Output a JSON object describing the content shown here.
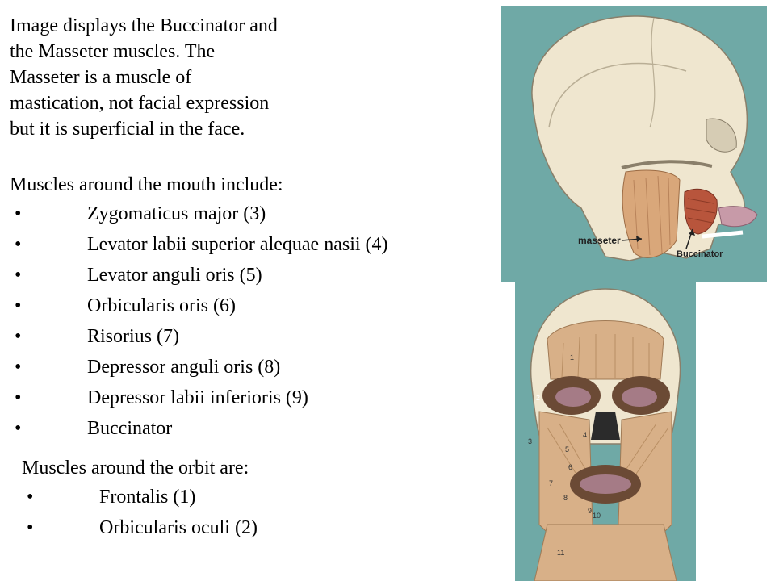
{
  "intro": {
    "lines": [
      "Image displays the Buccinator and",
      "the Masseter muscles.  The",
      "Masseter is a muscle of",
      "mastication, not facial expression",
      "but it is superficial in the face."
    ]
  },
  "mouth": {
    "heading": "Muscles around the mouth include:",
    "bullet": "•",
    "items": [
      "Zygomaticus major (3)",
      "Levator labii superior alequae nasii (4)",
      "Levator anguli oris (5)",
      "Orbicularis oris (6)",
      "Risorius (7)",
      "Depressor anguli oris (8)",
      "Depressor labii inferioris (9)",
      "Buccinator"
    ]
  },
  "orbit": {
    "heading": "Muscles around the orbit are:",
    "bullet": "•",
    "items": [
      "Frontalis (1)",
      "Orbicularis oculi (2)"
    ]
  },
  "figure_side": {
    "label_masseter": "masseter",
    "label_buccinator": "Buccinator",
    "colors": {
      "background": "#6fa9a6",
      "bone": "#efe6cf",
      "muscle_masseter": "#d9a77a",
      "muscle_buccinator": "#b8553c",
      "lips": "#c79aa8"
    }
  },
  "figure_front": {
    "numbers": [
      "1",
      "2",
      "3",
      "4",
      "5",
      "6",
      "7",
      "8",
      "9",
      "10",
      "11"
    ],
    "colors": {
      "background": "#6fa9a6",
      "bone": "#efe6cf",
      "muscle": "#d8b088",
      "orbicularis": "#6b4a35",
      "eye": "#a57b86"
    }
  }
}
